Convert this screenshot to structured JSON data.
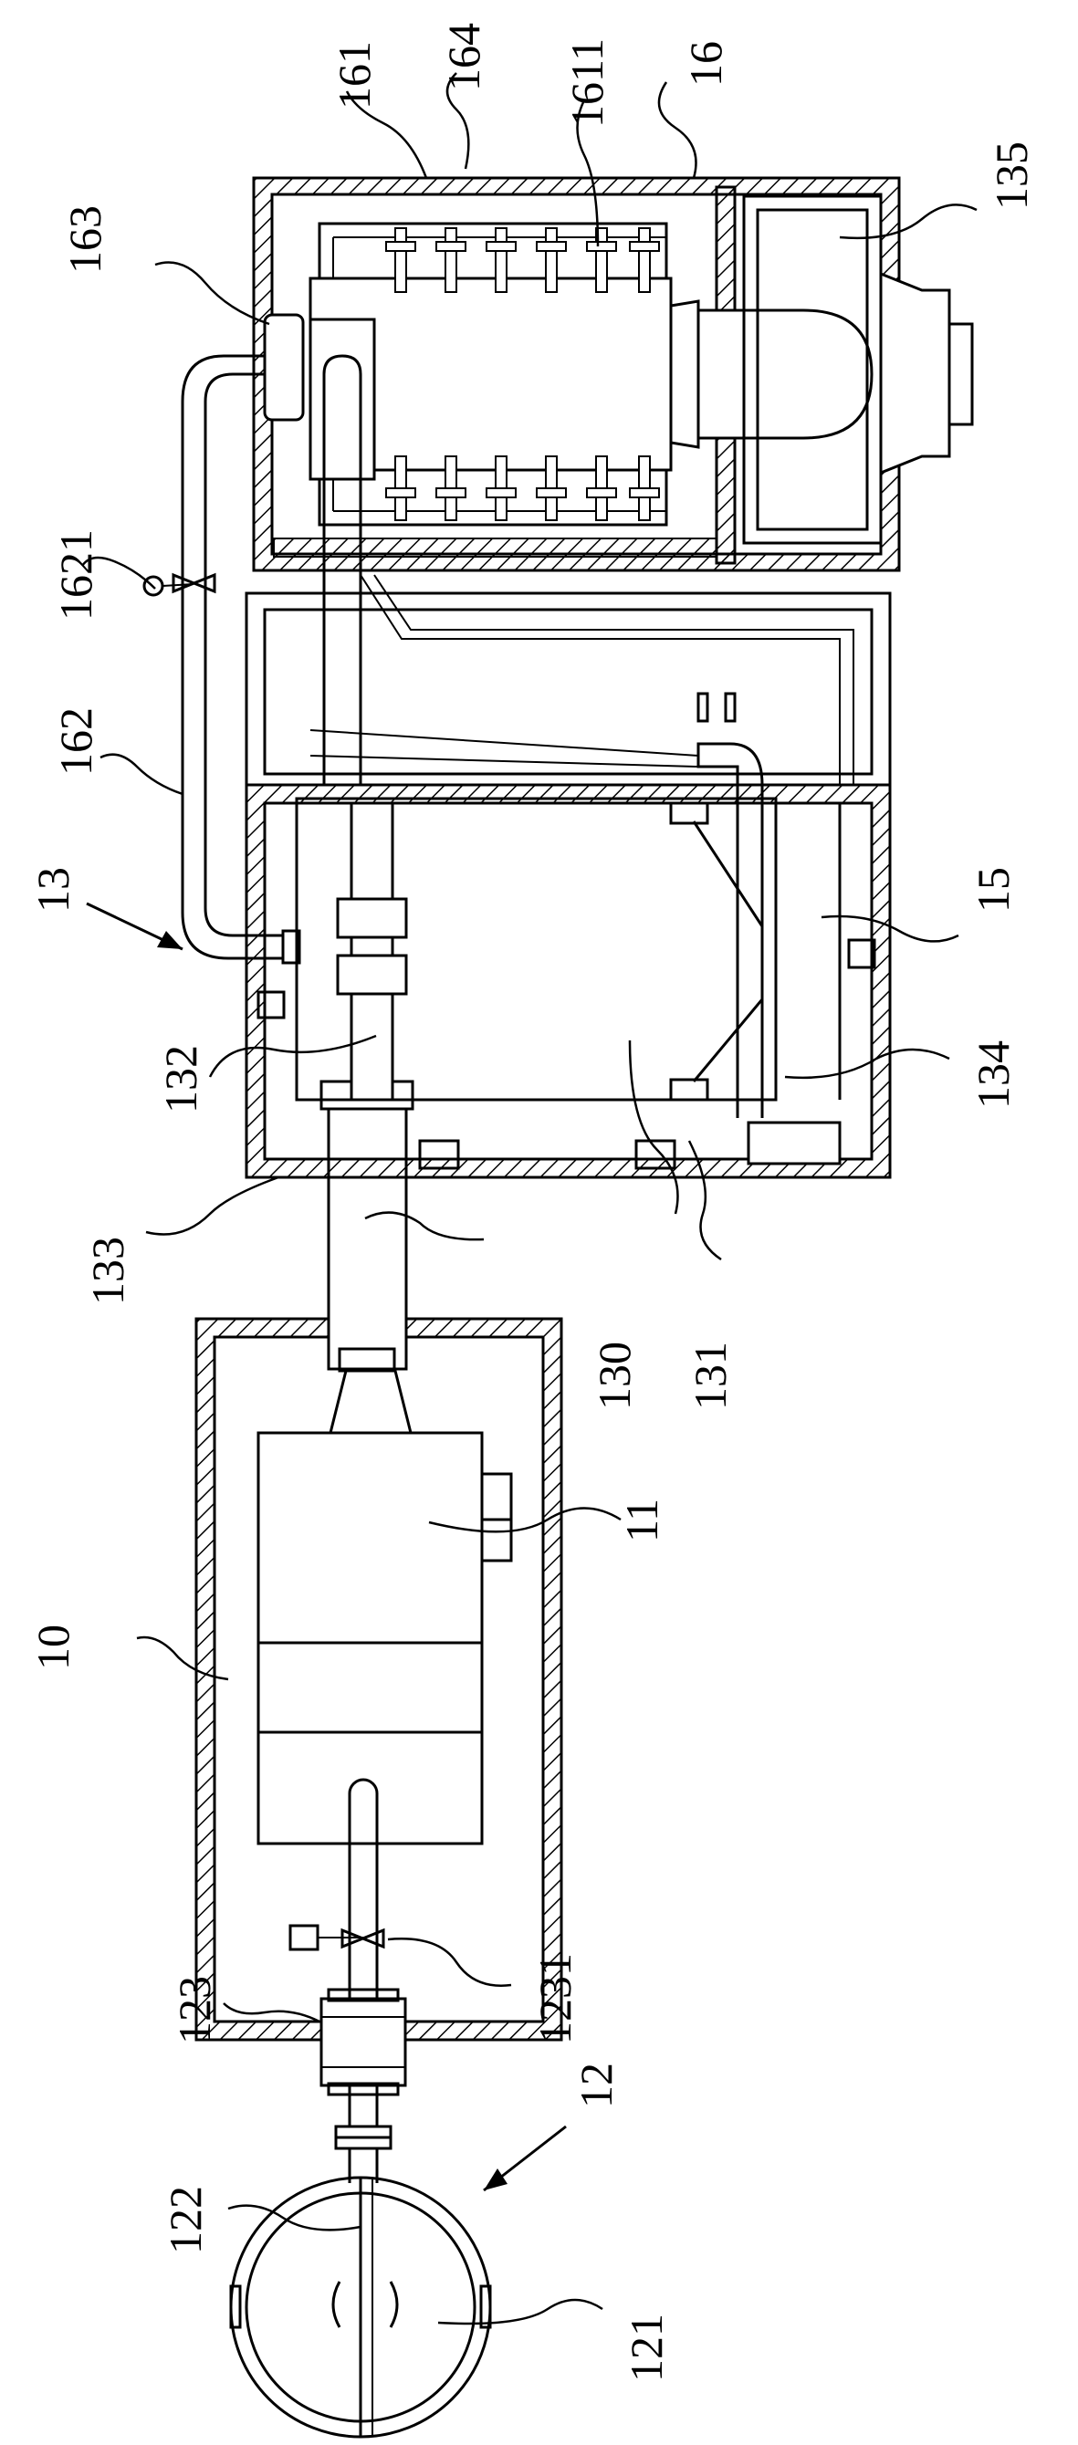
{
  "labels": {
    "l10": "10",
    "l11": "11",
    "l12": "12",
    "l13": "13",
    "l15": "15",
    "l16": "16",
    "l121": "121",
    "l122": "122",
    "l123": "123",
    "l1231": "1231",
    "l130": "130",
    "l131": "131",
    "l132": "132",
    "l133": "133",
    "l134": "134",
    "l135": "135",
    "l161": "161",
    "l162": "162",
    "l163": "163",
    "l164": "164",
    "l1611": "1611",
    "l1621": "1621"
  }
}
